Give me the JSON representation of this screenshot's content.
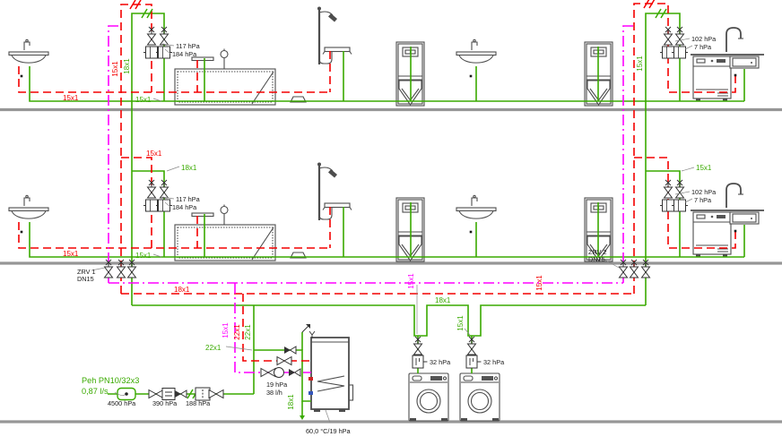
{
  "colors": {
    "cold_water_pipe": "#3aaa00",
    "hot_water_pipe": "#f40000",
    "circulation_pipe": "#ff00ff",
    "fixture_outline": "#4d4d4d",
    "floor_slab": "#969696",
    "label_text": "#1a1a1a"
  },
  "floor1": {
    "riser_hot_size": "15x1",
    "riser_cold_size": "18x1",
    "hot_main_size": "15x1",
    "cold_main_size": "15x1",
    "bath_valves": {
      "hot_pressure": "117 hPa",
      "cold_pressure": "184 hPa"
    },
    "right_riser_cold_size": "15x1",
    "kitchen_valves": {
      "hot_pressure": "102 hPa",
      "cold_pressure": "7 hPa"
    }
  },
  "floor2": {
    "riser_hot_size": "15x1",
    "riser_cold_size": "18x1",
    "hot_main_size": "15x1",
    "cold_main_size": "15x1",
    "bath_valves": {
      "hot_pressure": "117 hPa",
      "cold_pressure": "184 hPa"
    },
    "right_riser_cold_size": "15x1",
    "kitchen_valves": {
      "hot_pressure": "102 hPa",
      "cold_pressure": "7 hPa"
    }
  },
  "basement": {
    "zrv1": {
      "name": "ZRV 1",
      "dn": "DN15"
    },
    "zrv2": {
      "name": "ZRV 2",
      "dn": "DN15"
    },
    "hot_main_size": "18x1",
    "circ_main_size": "15x1",
    "hot_main_right_size": "15x1",
    "cold_main_size": "18x1",
    "machine_branch_size": "15x1",
    "boiler_drops": {
      "circ_size": "15x1",
      "hot_size": "22x1",
      "cold_size": "22x1",
      "cold_feed_size": "22x1"
    },
    "circ_pump": {
      "pressure": "19 hPa",
      "flow": "38 l/h"
    },
    "boiler_cold_inlet_size": "18x1",
    "boiler_rating": "60,0 °C/19 hPa",
    "washer1_pressure": "32 hPa",
    "washer2_pressure": "32 hPa"
  },
  "service_line": {
    "pipe_spec": "Peh PN10/32x3",
    "flow_rate": "0,87 l/s",
    "meter_pressure": "4500 hPa",
    "filter_pressure": "390 hPa",
    "valve_pressure": "188 hPa"
  }
}
